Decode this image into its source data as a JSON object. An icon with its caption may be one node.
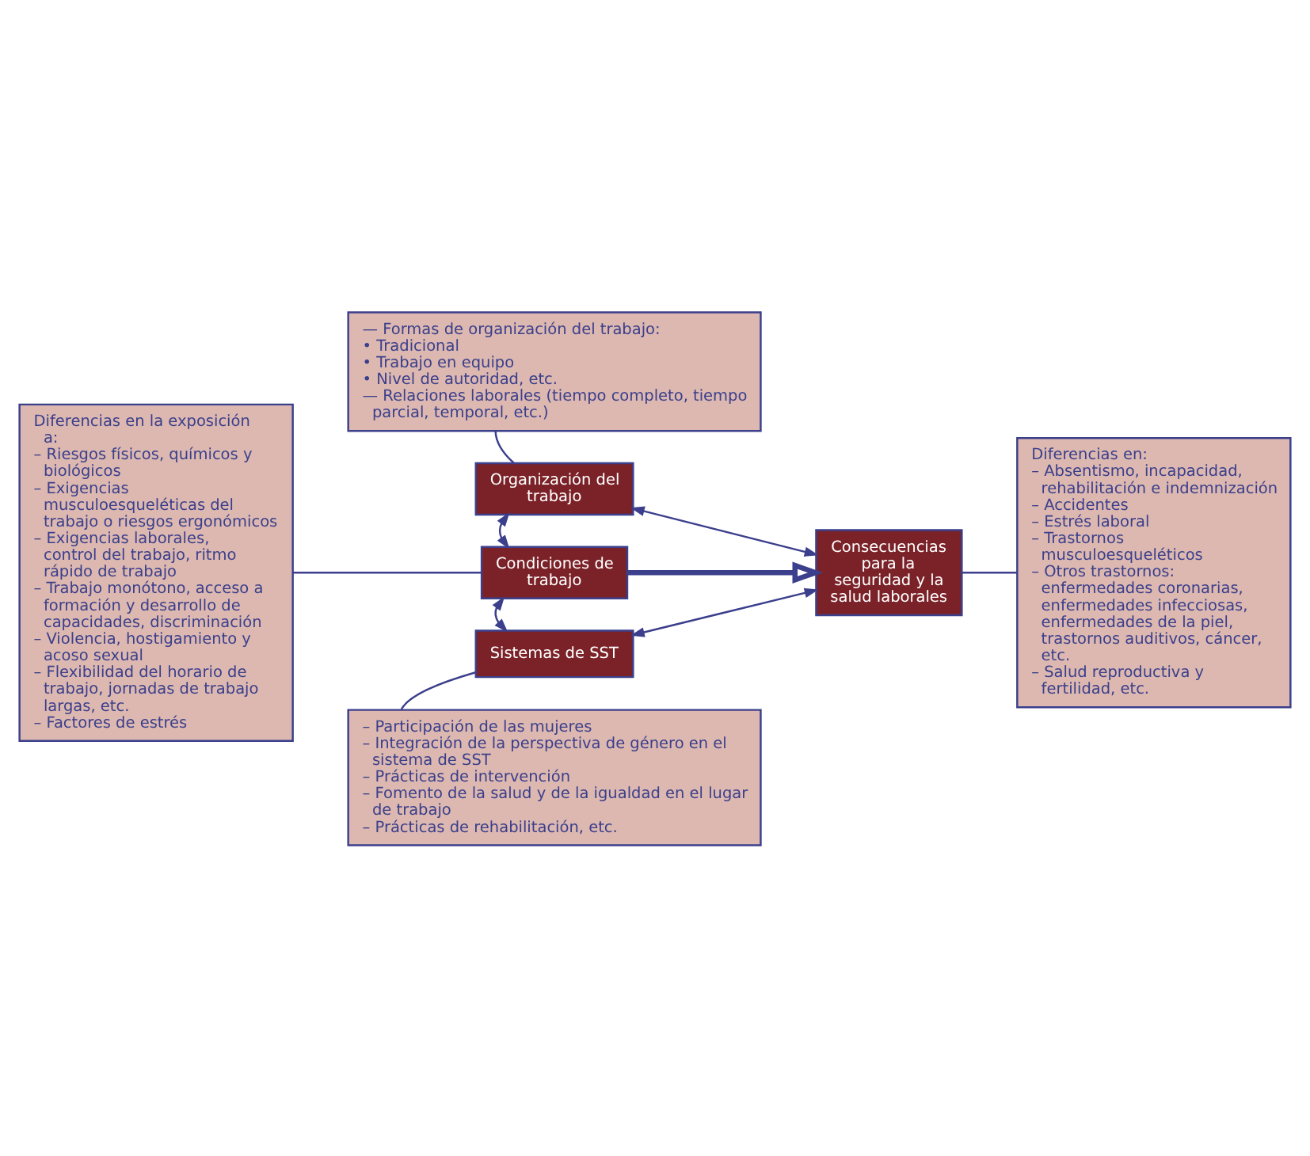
{
  "diagram": {
    "nodes": [
      {
        "text": [
          "— Formas de organización del trabajo:",
          "• Tradicional",
          "• Trabajo en equipo",
          "• Nivel de autoridad, etc.",
          "— Relaciones laborales (tiempo completo, tiempo parcial, temporal, etc.)"
        ]
      },
      {
        "text": [
          "Diferencias en la exposición a:",
          "– Riesgos físicos, químicos y biológicos",
          "– Exigencias musculoesqueléticas del trabajo o riesgos ergonómicos",
          "– Exigencias laborales, control del trabajo, ritmo rápido de trabajo",
          "– Trabajo monótono, acceso a formación y desarrollo de capacidades, discriminación",
          "– Violencia, hostigamiento y acoso sexual",
          "– Flexibilidad del horario de trabajo, jornadas de trabajo largas, etc.",
          "– Factores de estrés"
        ]
      },
      {
        "text": [
          "Organización del trabajo"
        ]
      },
      {
        "text": [
          "Condiciones de trabajo"
        ]
      },
      {
        "text": [
          "Sistemas de SST"
        ]
      },
      {
        "text": [
          "Consecuencias para la seguridad y la salud laborales"
        ]
      },
      {
        "text": [
          "Diferencias en:",
          "– Absentismo, incapacidad, rehabilitación e indemnización",
          "– Accidentes",
          "– Estrés laboral",
          "– Trastornos musculoesqueléticos",
          "– Otros trastornos: enfermedades coronarias, enfermedades infecciosas, enfermedades de la piel, trastornos auditivos, cáncer, etc.",
          "– Salud reproductiva y fertilidad, etc."
        ]
      },
      {
        "text": [
          "– Participación de las mujeres",
          "– Integración de la perspectiva de género en el sistema de SST",
          "– Prácticas de intervención",
          "– Fomento de la salud y de la igualdad en el lugar de trabajo",
          "– Prácticas de rehabilitación, etc."
        ]
      }
    ],
    "edges": [
      {
        "from": 0,
        "to": 2,
        "arrow": "none"
      },
      {
        "from": 1,
        "to": 3,
        "arrow": "none"
      },
      {
        "from": 2,
        "to": 3,
        "arrow": "both"
      },
      {
        "from": 3,
        "to": 4,
        "arrow": "both"
      },
      {
        "from": 2,
        "to": 5,
        "arrow": "both"
      },
      {
        "from": 3,
        "to": 5,
        "arrow": "to",
        "style": "thick"
      },
      {
        "from": 4,
        "to": 5,
        "arrow": "both"
      },
      {
        "from": 4,
        "to": 7,
        "arrow": "none"
      },
      {
        "from": 5,
        "to": 6,
        "arrow": "none"
      }
    ]
  }
}
